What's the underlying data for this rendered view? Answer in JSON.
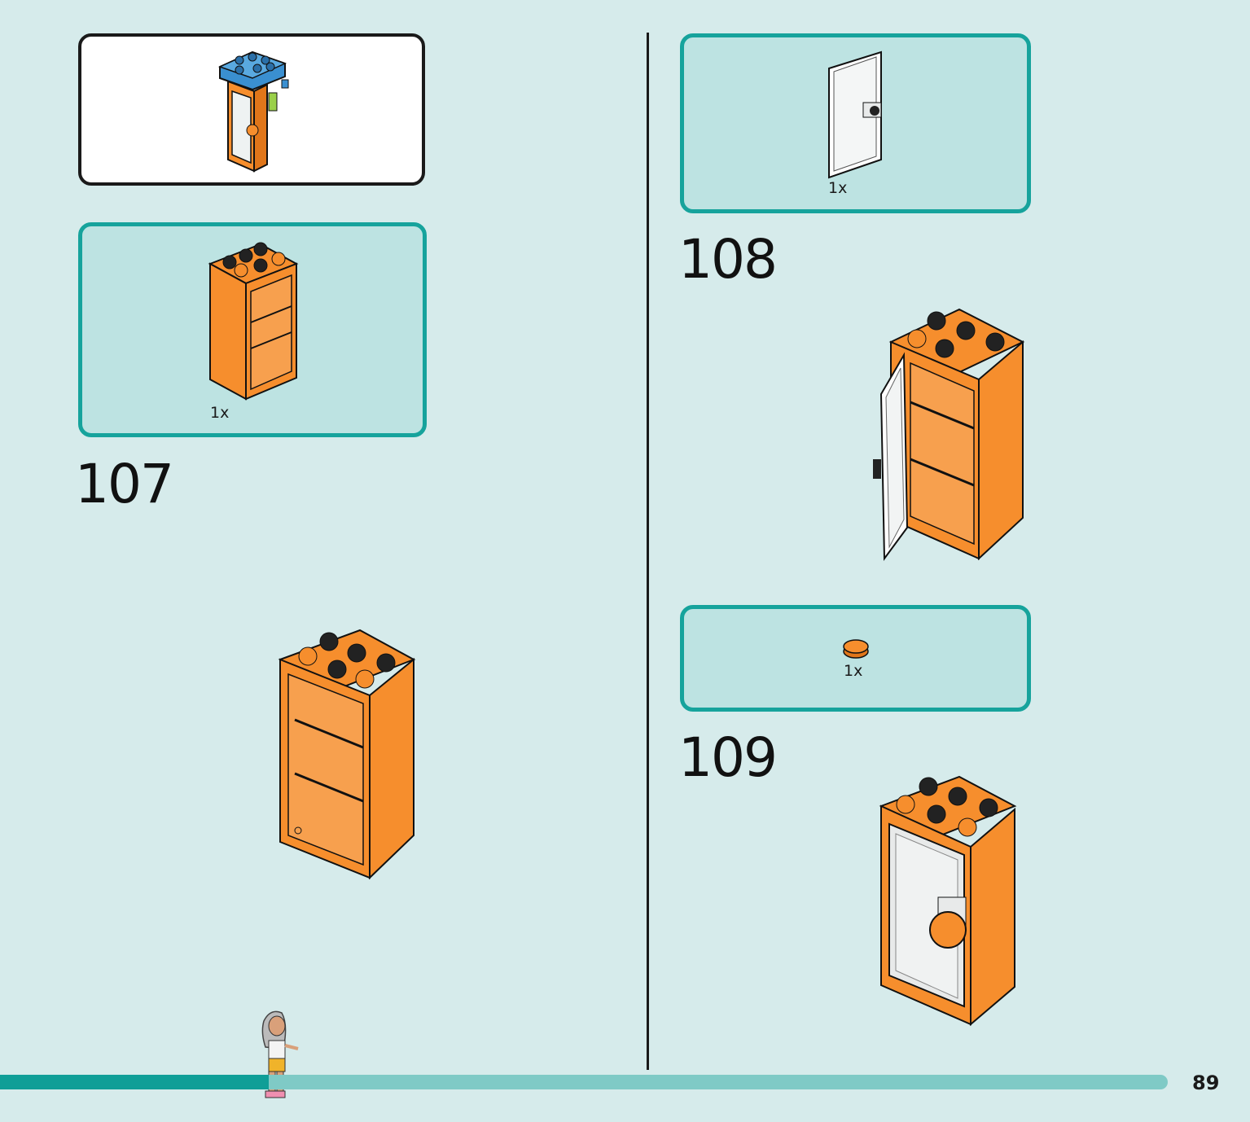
{
  "steps": [
    {
      "number": "107",
      "part_qty": "1x",
      "part_name": "cupboard-frame"
    },
    {
      "number": "108",
      "part_qty": "1x",
      "part_name": "door"
    },
    {
      "number": "109",
      "part_qty": "1x",
      "part_name": "round-tile"
    }
  ],
  "page": {
    "number": "89"
  },
  "progress": {
    "fraction": 0.23
  },
  "colors": {
    "background": "#d6ebeb",
    "parts_box_fill": "#bde3e2",
    "parts_box_border": "#16a39c",
    "brick_orange": "#f68e2d",
    "progress_fill": "#0f9e97",
    "progress_track": "#7fcac6"
  }
}
